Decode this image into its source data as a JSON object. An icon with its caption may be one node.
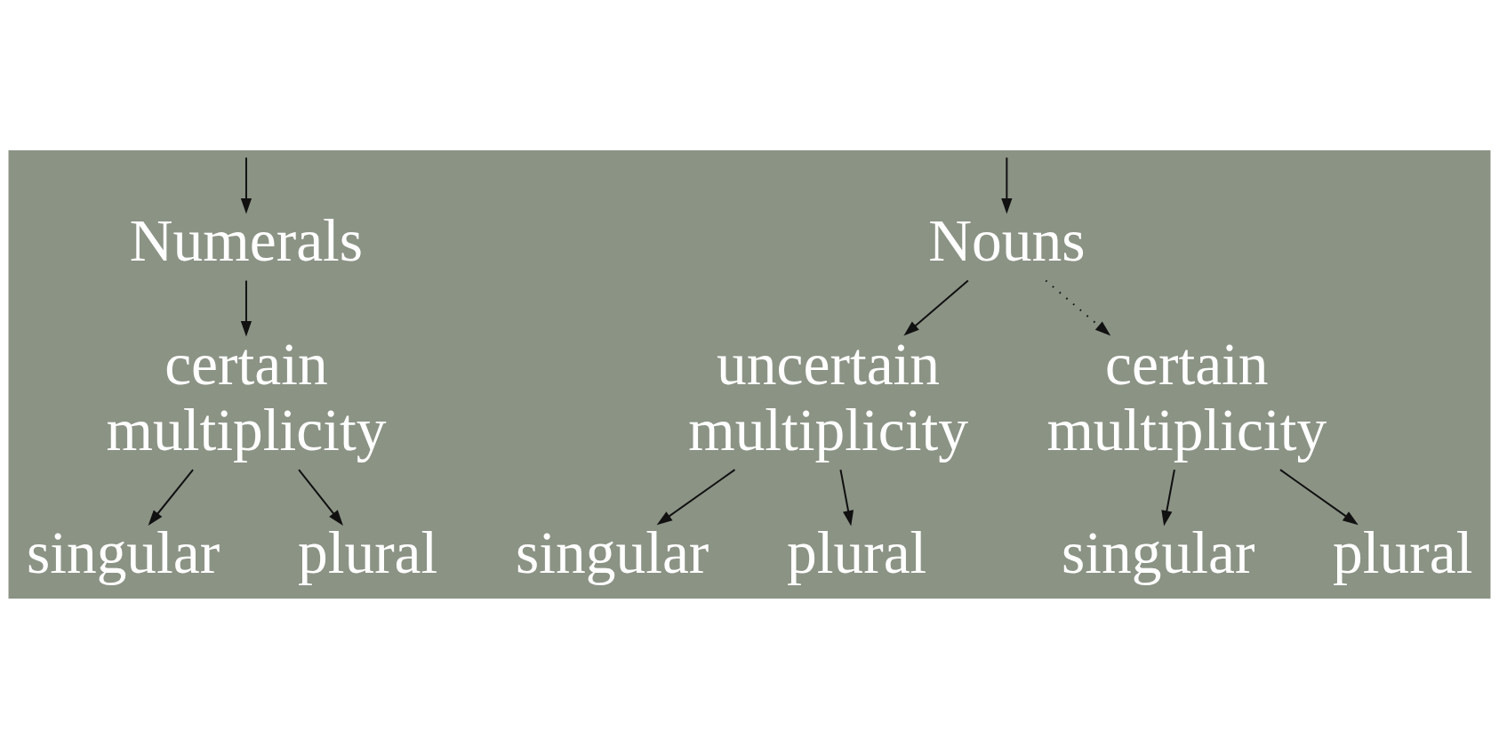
{
  "diagram": {
    "nodes": [
      {
        "text": [
          "Numerals"
        ]
      },
      {
        "text": [
          "Nouns"
        ]
      },
      {
        "text": [
          "certain multiplicity"
        ]
      },
      {
        "text": [
          "singular"
        ]
      },
      {
        "text": [
          "plural"
        ]
      },
      {
        "text": [
          "uncertain multiplicity"
        ]
      },
      {
        "text": [
          "certain multiplicity"
        ]
      },
      {
        "text": [
          "singular"
        ]
      },
      {
        "text": [
          "plural"
        ]
      },
      {
        "text": [
          "singular"
        ]
      },
      {
        "text": [
          "plural"
        ]
      }
    ],
    "edges": [
      {
        "from": null,
        "to": 0,
        "arrow": "to"
      },
      {
        "from": null,
        "to": 1,
        "arrow": "to"
      },
      {
        "from": 0,
        "to": 2,
        "arrow": "to"
      },
      {
        "from": 2,
        "to": 3,
        "arrow": "to"
      },
      {
        "from": 2,
        "to": 4,
        "arrow": "to"
      },
      {
        "from": 1,
        "to": 5,
        "arrow": "to"
      },
      {
        "from": 1,
        "to": 6,
        "arrow": "to",
        "style": "dashed"
      },
      {
        "from": 5,
        "to": 7,
        "arrow": "to"
      },
      {
        "from": 5,
        "to": 8,
        "arrow": "to"
      },
      {
        "from": 6,
        "to": 9,
        "arrow": "to"
      },
      {
        "from": 6,
        "to": 10,
        "arrow": "to"
      }
    ]
  }
}
